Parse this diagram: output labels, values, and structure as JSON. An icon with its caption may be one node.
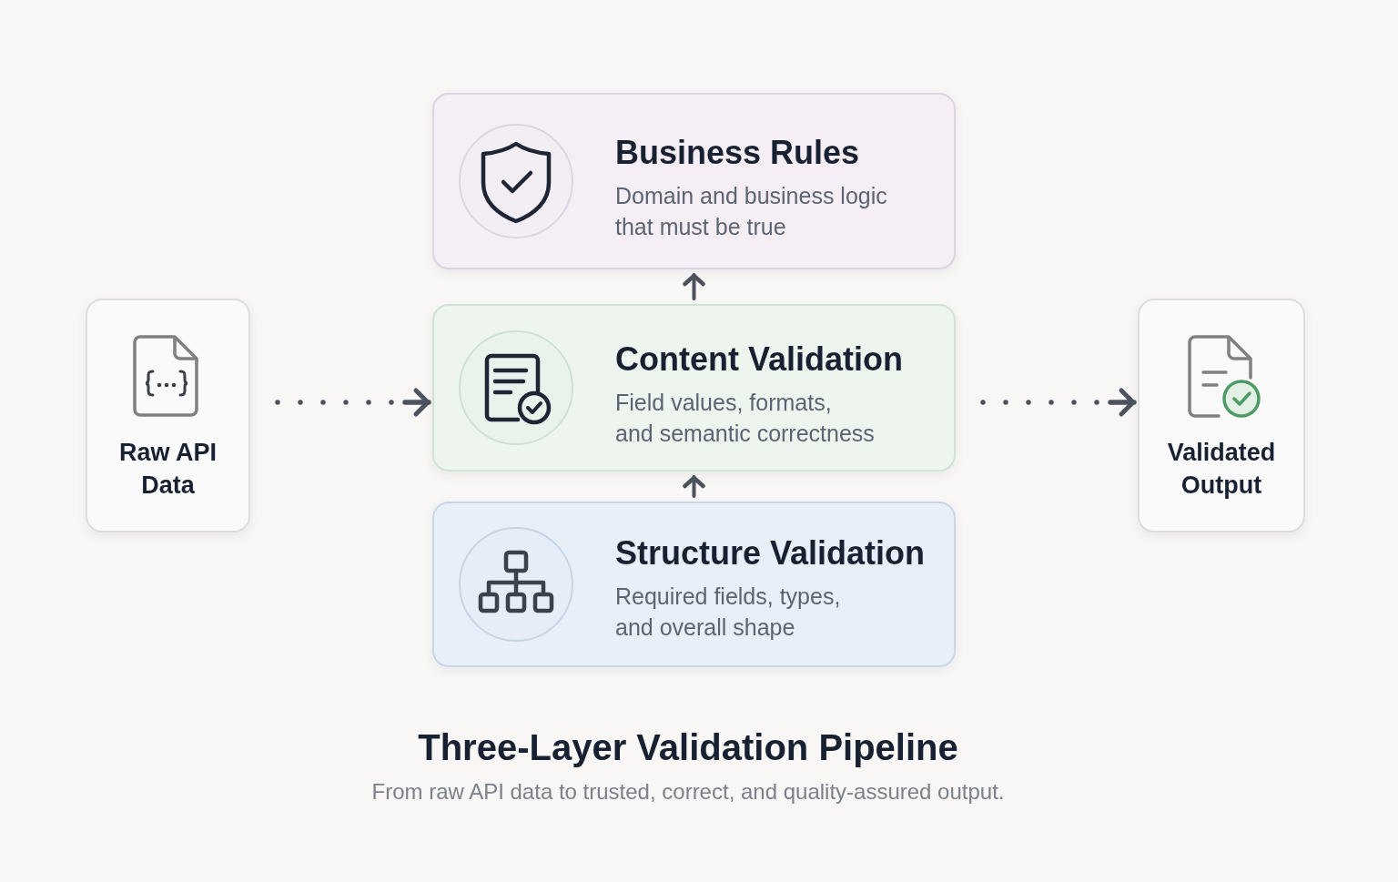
{
  "diagram": {
    "title": "Three-Layer Validation Pipeline",
    "caption": "From raw API data to trusted, correct, and quality-assured output.",
    "nodes": [
      {
        "text": [
          "Raw API Data"
        ]
      },
      {
        "text": [
          "Business Rules",
          "Domain and business logic that must be true"
        ]
      },
      {
        "text": [
          "Content Validation",
          "Field values, formats, and semantic correctness"
        ]
      },
      {
        "text": [
          "Structure Validation",
          "Required fields, types, and overall shape"
        ]
      },
      {
        "text": [
          "Validated Output"
        ]
      }
    ],
    "edges": [
      {
        "from": 0,
        "to": 2,
        "arrow": "to",
        "style": "dashed"
      },
      {
        "from": 3,
        "to": 2,
        "arrow": "to"
      },
      {
        "from": 2,
        "to": 1,
        "arrow": "to"
      },
      {
        "from": 2,
        "to": 4,
        "arrow": "to",
        "style": "dashed"
      }
    ]
  }
}
